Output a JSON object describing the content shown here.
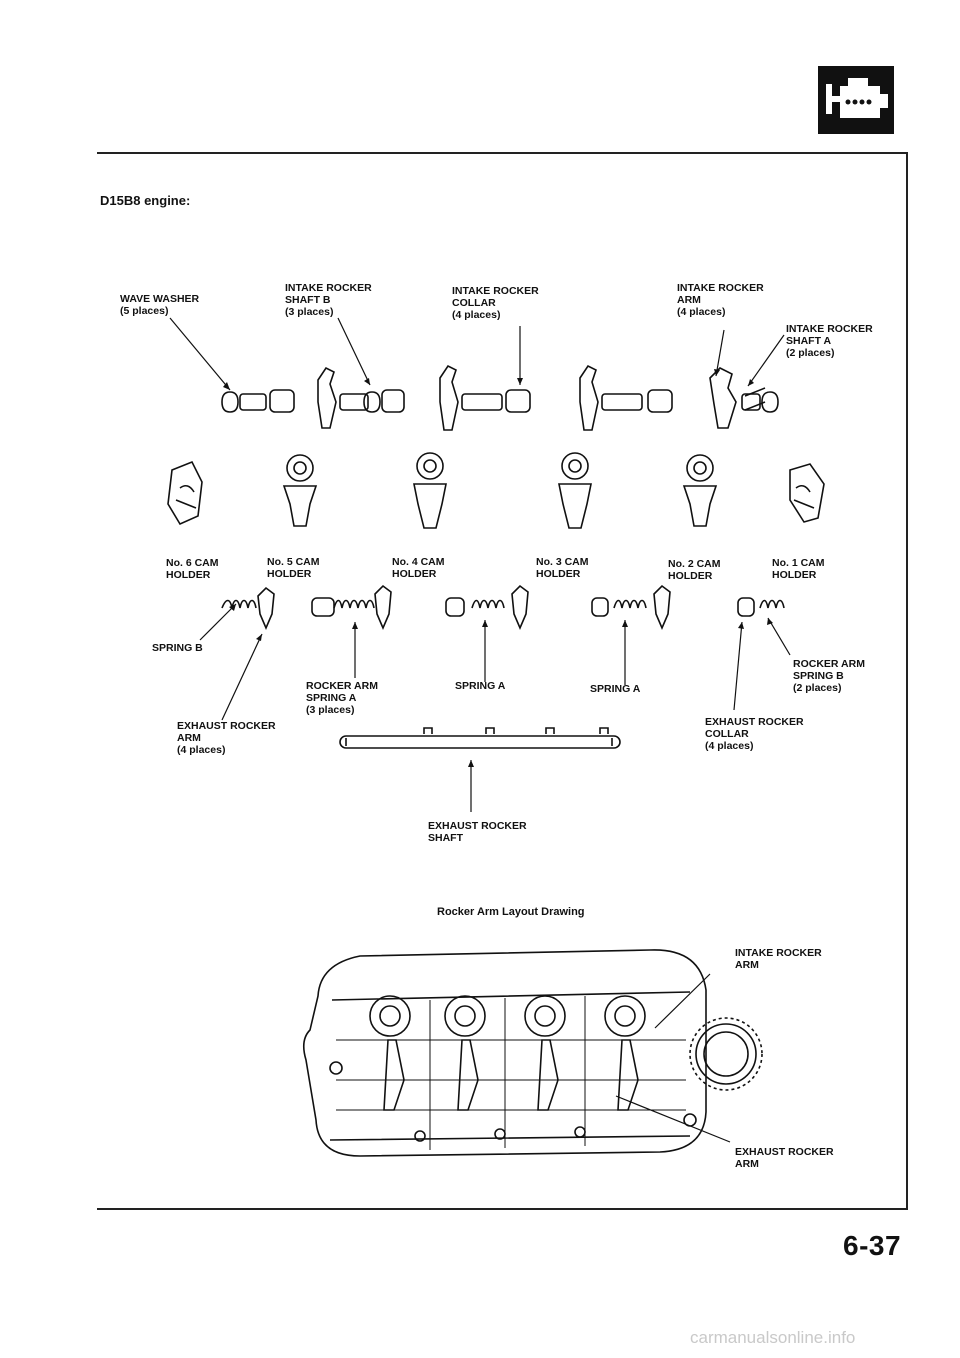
{
  "page": {
    "subtitle": "D15B8 engine:",
    "caption": "Rocker Arm Layout Drawing",
    "page_number": "6-37",
    "watermark": "carmanualsonline.info"
  },
  "labels": {
    "wave_washer": "WAVE WASHER\n(5 places)",
    "intake_rocker_shaft_b": "INTAKE ROCKER\nSHAFT B\n(3 places)",
    "intake_rocker_collar": "INTAKE ROCKER\nCOLLAR\n(4 places)",
    "intake_rocker_arm": "INTAKE ROCKER\nARM\n(4 places)",
    "intake_rocker_shaft_a": "INTAKE ROCKER\nSHAFT A\n(2 places)",
    "cam_holder_6": "No. 6 CAM\nHOLDER",
    "cam_holder_5": "No. 5 CAM\nHOLDER",
    "cam_holder_4": "No. 4 CAM\nHOLDER",
    "cam_holder_3": "No. 3 CAM\nHOLDER",
    "cam_holder_2": "No. 2 CAM\nHOLDER",
    "cam_holder_1": "No. 1 CAM\nHOLDER",
    "spring_b": "SPRING B",
    "rocker_arm_spring_a": "ROCKER ARM\nSPRING A\n(3 places)",
    "spring_a_1": "SPRING A",
    "spring_a_2": "SPRING A",
    "rocker_arm_spring_b": "ROCKER ARM\nSPRING B\n(2 places)",
    "exhaust_rocker_arm": "EXHAUST ROCKER\nARM\n(4 places)",
    "exhaust_rocker_collar": "EXHAUST ROCKER\nCOLLAR\n(4 places)",
    "exhaust_rocker_shaft": "EXHAUST ROCKER\nSHAFT",
    "head_intake_rocker_arm": "INTAKE ROCKER\nARM",
    "head_exhaust_rocker_arm": "EXHAUST ROCKER\nARM"
  }
}
